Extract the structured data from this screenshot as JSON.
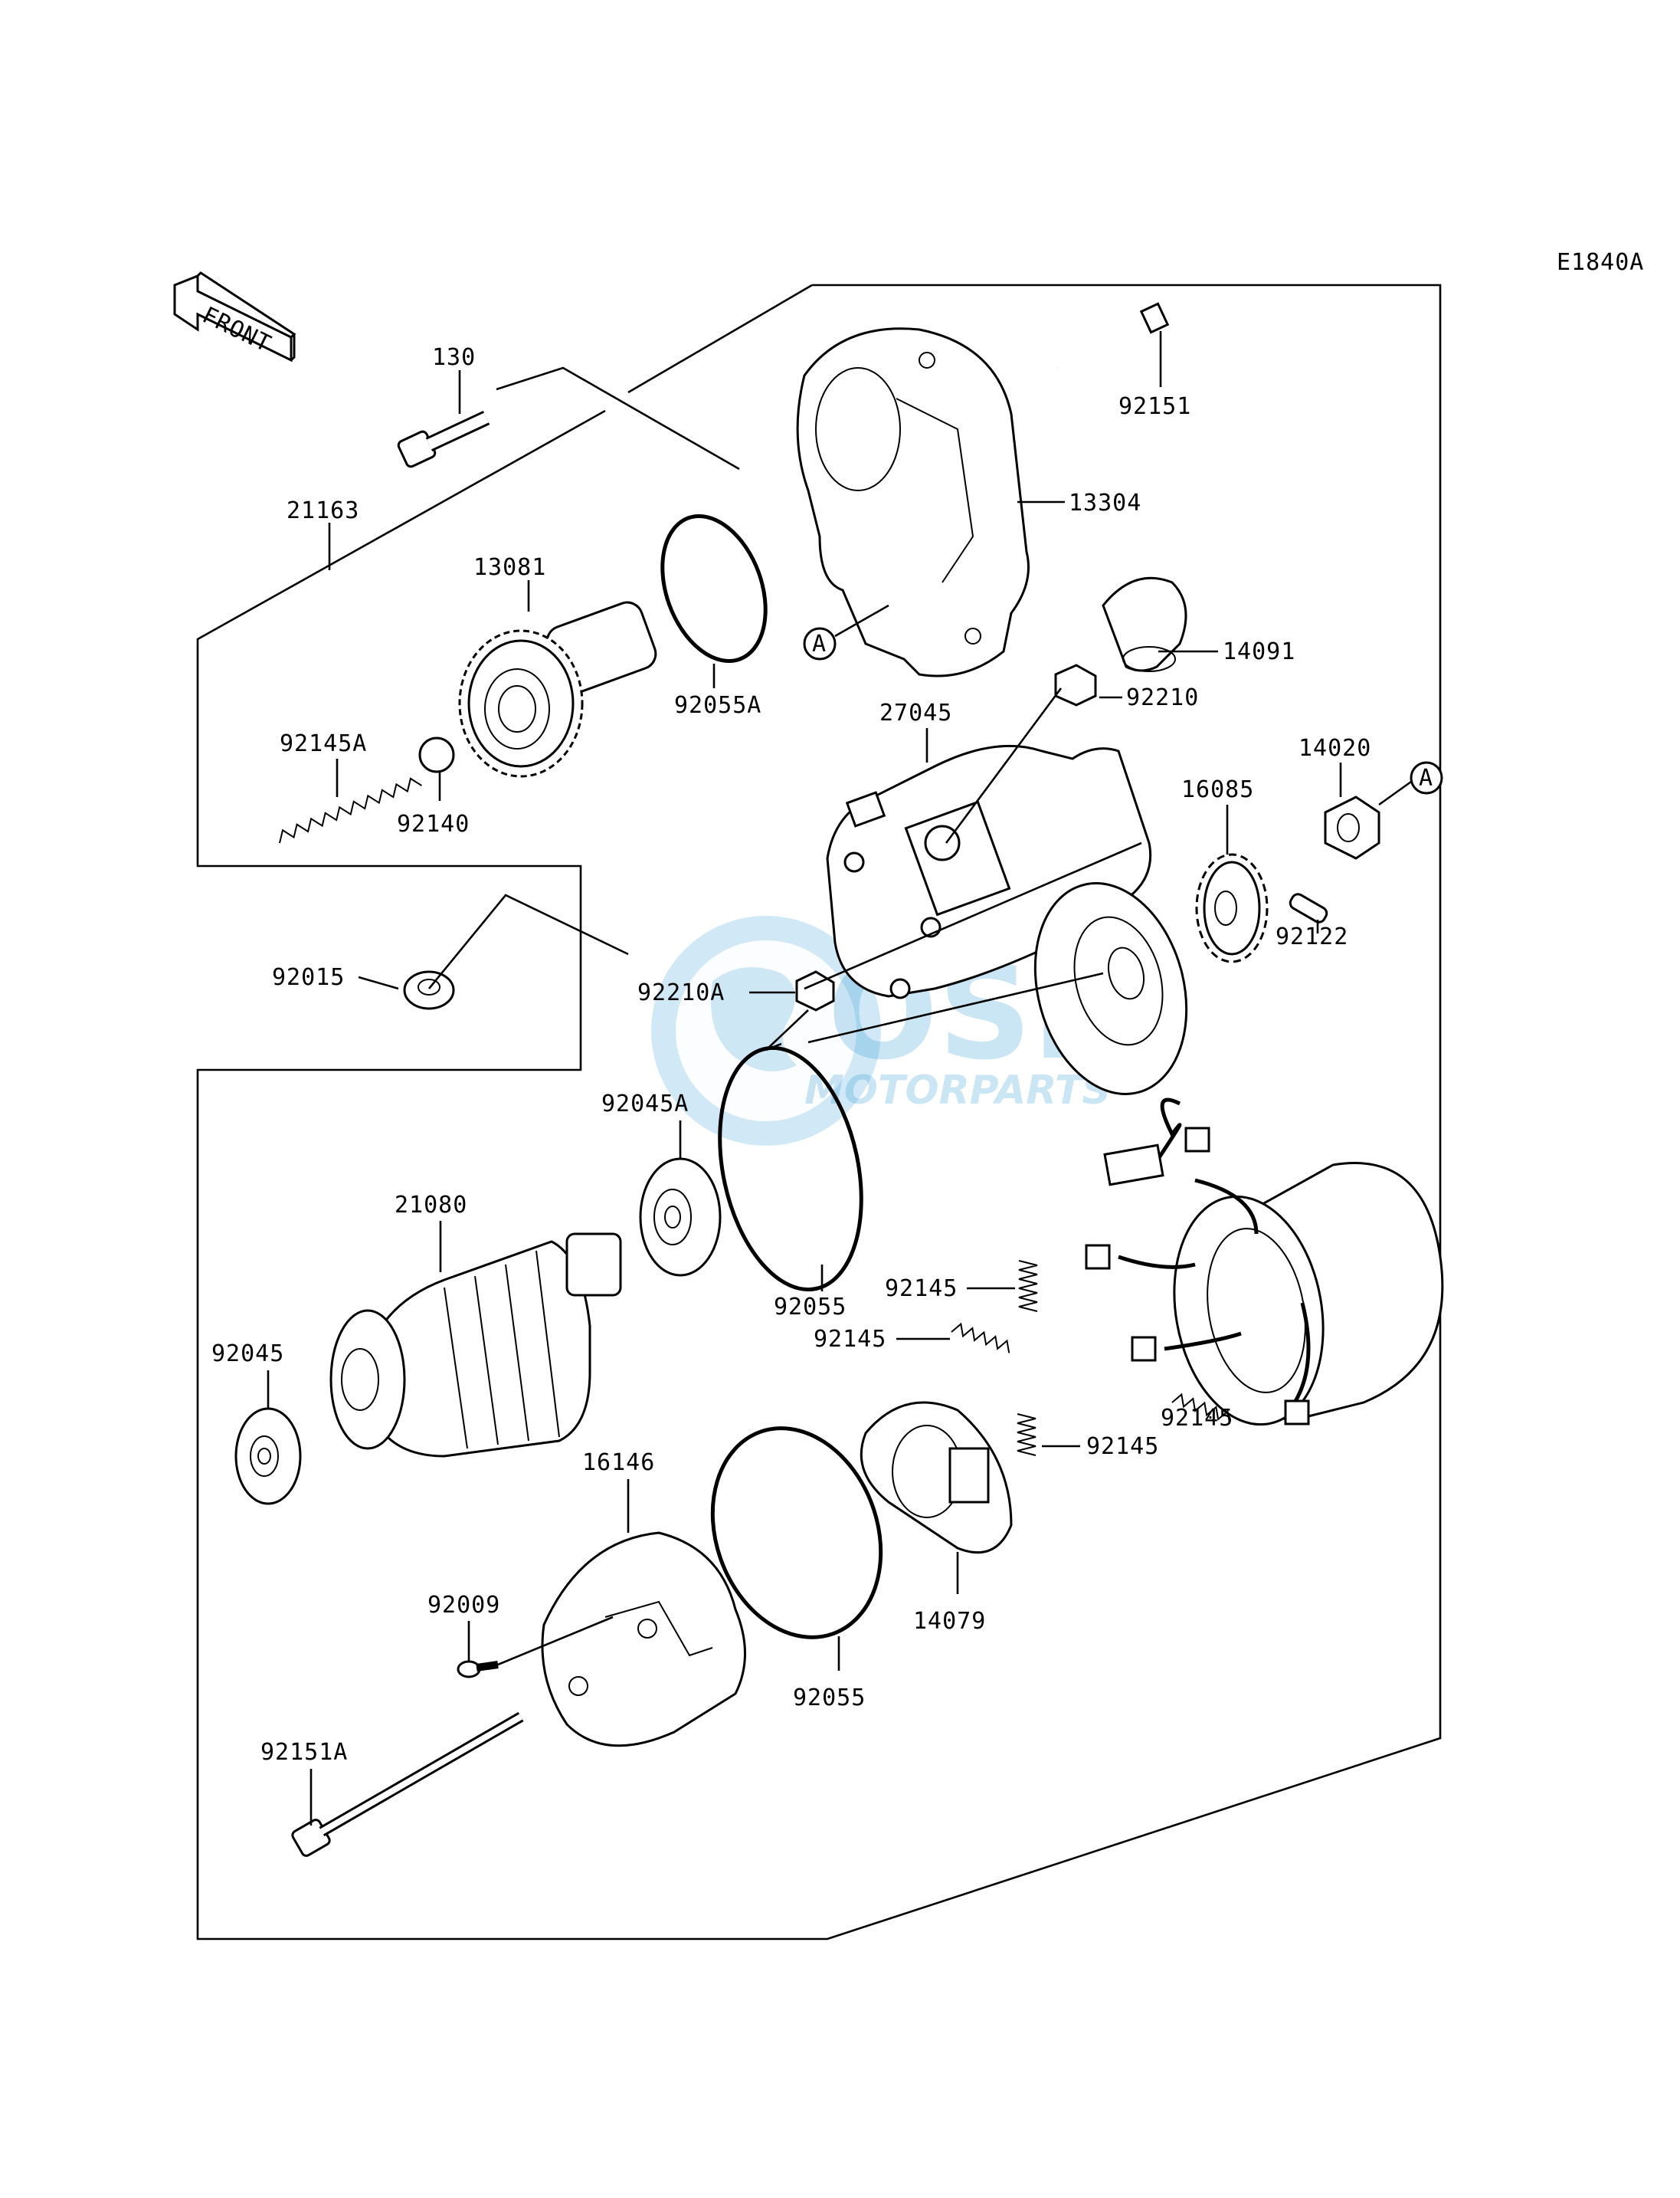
{
  "diagram_code": "E1840A",
  "front_arrow": {
    "text": "FRONT",
    "icon": "front-arrow-icon"
  },
  "ref_marker": "A",
  "watermark": {
    "logo": "OSM",
    "text": "MOTORPARTS"
  },
  "part_labels": {
    "p130": "130",
    "p92151": "92151",
    "p13304": "13304",
    "p21163": "21163",
    "p13081": "13081",
    "p92055A": "92055A",
    "p14091": "14091",
    "p92210": "92210",
    "p27045": "27045",
    "p92145A": "92145A",
    "p92140": "92140",
    "p14020": "14020",
    "p16085": "16085",
    "p92122": "92122",
    "p92015": "92015",
    "p92210A": "92210A",
    "p92045A": "92045A",
    "p21080": "21080",
    "p92055a": "92055",
    "p92145a": "92145",
    "p92145b": "92145",
    "p92145c": "92145",
    "p92145d": "92145",
    "p92045": "92045",
    "p16146": "16146",
    "p92009": "92009",
    "p14079": "14079",
    "p92055b": "92055",
    "p92151A": "92151A"
  }
}
